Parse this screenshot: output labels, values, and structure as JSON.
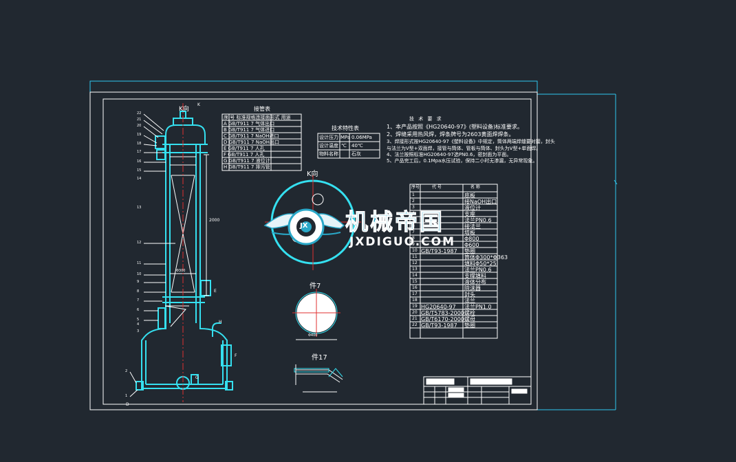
{
  "drawing": {
    "nozzle_table_title": "接管表",
    "nozzle_table_header": "序 号 标准规格连接面形式 用途",
    "nozzle_rows": [
      "A GB/T911 7 气体出口",
      "B GB/T911 7 气体进口",
      "C GB/T911 7 NaOH进口",
      "D GB/T911 7 NaOH出口",
      "E GB/T911 7 人孔",
      "F GB/T911 7 人孔",
      "G GB/T911 7 液位计",
      "H GB/T911 7 排污管"
    ],
    "tech_char_title": "技术特性表",
    "tech_char_rows": [
      [
        "设计压力",
        "MPa",
        "0.06MPa"
      ],
      [
        "设计温度",
        "℃",
        "40℃"
      ],
      [
        "物料名称",
        "",
        "石灰"
      ]
    ],
    "tech_req_title": "技 术 要 求",
    "tech_req_lines": [
      "1、本产品按照《HG20640-97》(塑料设备)标准要求。",
      "2、焊缝采用热风焊，焊条牌号为2603黄面焊焊条。",
      "3、焊接形式按HG20640-97《塑料设备》中规定，筒体两端焊缝要对接，封头",
      "与法兰为V型+双面焊，接管与筒体、管板与筒体、封头为V型+单面焊。",
      "4、法兰按照标准HG20640-97选PN0.6，密封面为平面。",
      "5、产品完工后，0.1Mpa水压试验，保持二小时无渗漏，无异常现象。"
    ],
    "view_k_label": "K向",
    "k_label_top": "K向",
    "part7_label": "件7",
    "part17_label": "件17",
    "parts_header": [
      "序号",
      "代 号",
      "名 称"
    ],
    "parts_rows": [
      [
        "1",
        "",
        "底板"
      ],
      [
        "2",
        "",
        "接NaOH出口"
      ],
      [
        "3",
        "",
        "液位计"
      ],
      [
        "4",
        "",
        "支座"
      ],
      [
        "5",
        "",
        "法兰PN0.6"
      ],
      [
        "6",
        "",
        "接法兰"
      ],
      [
        "7",
        "",
        "塔板"
      ],
      [
        "8",
        "",
        "Φ800"
      ],
      [
        "9",
        "",
        "Φ600"
      ],
      [
        "10",
        "GB/T93-1987",
        "垫圈"
      ],
      [
        "11",
        "",
        "筒体Φ300*Φ363"
      ],
      [
        "12",
        "",
        "填料Φ50*25"
      ],
      [
        "13",
        "",
        "法兰PN0.6"
      ],
      [
        "14",
        "",
        "支撑填料"
      ],
      [
        "15",
        "",
        "液体分布"
      ],
      [
        "16",
        "",
        "除沫器"
      ],
      [
        "17",
        "",
        "封头"
      ],
      [
        "18",
        "",
        "法兰"
      ],
      [
        "19",
        "HG20640-97",
        "法兰PN1.0"
      ],
      [
        "20",
        "GB/T5783-2000",
        "螺栓"
      ],
      [
        "21",
        "GB/T6170-2000",
        "螺母"
      ],
      [
        "22",
        "GB/T93-1987",
        "垫圈"
      ]
    ],
    "dim_height": "2000",
    "dim_dia": "Φ300",
    "dim_part7": "Φ400",
    "item_numbers_left": [
      "22",
      "21",
      "20",
      "19",
      "18",
      "17",
      "16",
      "15",
      "14",
      "13",
      "12",
      "11",
      "10",
      "9",
      "8",
      "7",
      "6",
      "5",
      "4",
      "3",
      "2",
      "1"
    ],
    "nozzle_letters": [
      "K",
      "E",
      "F",
      "G",
      "H",
      "D"
    ]
  },
  "watermark": {
    "cn": "机械帝国",
    "en": "JXDIGUO.COM",
    "badge": "JX"
  },
  "colors": {
    "background": "#212830",
    "cad_line": "#ffffff",
    "vessel": "#35e0f0",
    "center_line": "#e03030",
    "dim_blue": "#30c8f0"
  }
}
